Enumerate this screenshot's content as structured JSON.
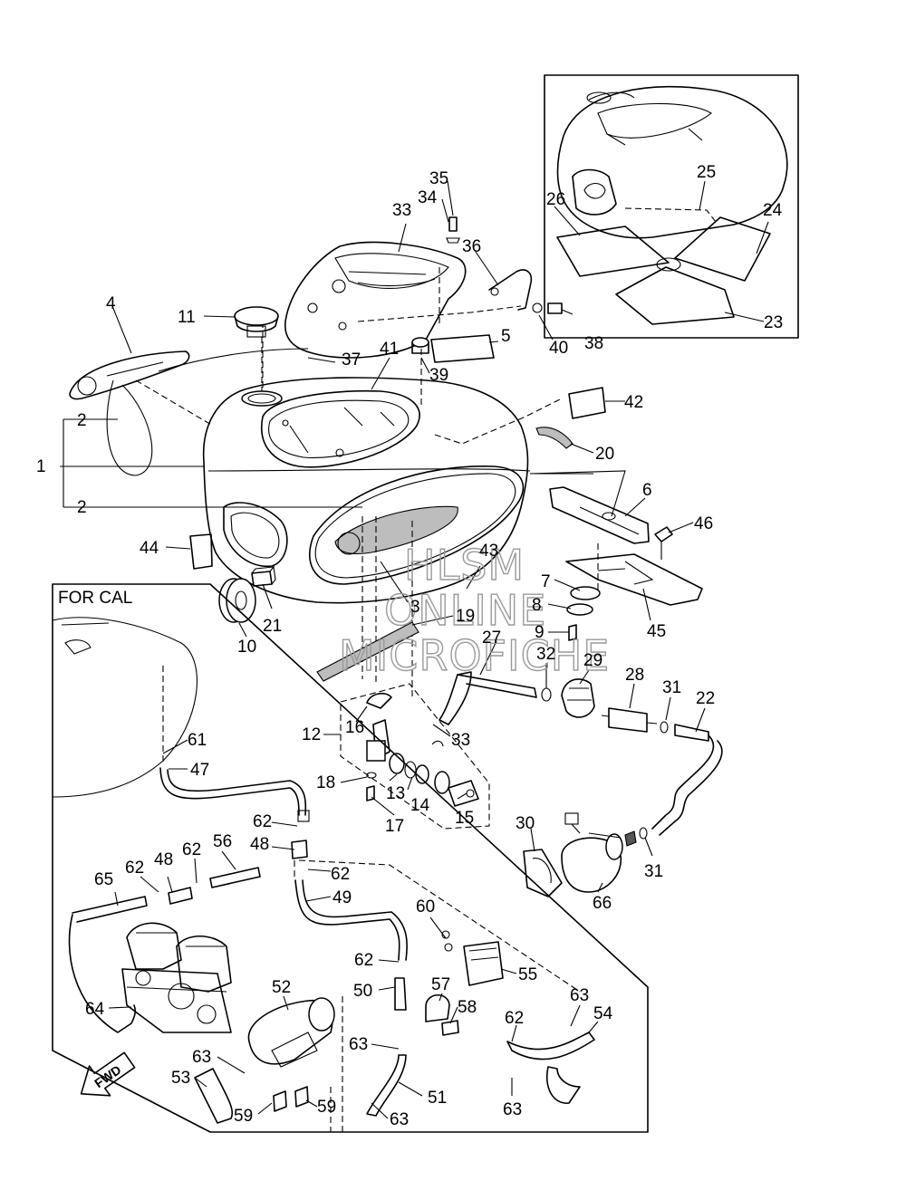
{
  "region_label": "FOR CAL",
  "watermark": [
    "HLSM",
    "ONLINE",
    "MICROFICHE"
  ],
  "fwd_label": "FWD",
  "callouts": [
    {
      "id": "c1",
      "text": "1"
    },
    {
      "id": "c2a",
      "text": "2"
    },
    {
      "id": "c2b",
      "text": "2"
    },
    {
      "id": "c3",
      "text": "3"
    },
    {
      "id": "c4",
      "text": "4"
    },
    {
      "id": "c5",
      "text": "5"
    },
    {
      "id": "c6",
      "text": "6"
    },
    {
      "id": "c7",
      "text": "7"
    },
    {
      "id": "c8",
      "text": "8"
    },
    {
      "id": "c9",
      "text": "9"
    },
    {
      "id": "c10",
      "text": "10"
    },
    {
      "id": "c11",
      "text": "11"
    },
    {
      "id": "c12",
      "text": "12"
    },
    {
      "id": "c13",
      "text": "13"
    },
    {
      "id": "c14",
      "text": "14"
    },
    {
      "id": "c15",
      "text": "15"
    },
    {
      "id": "c16",
      "text": "16"
    },
    {
      "id": "c17",
      "text": "17"
    },
    {
      "id": "c18",
      "text": "18"
    },
    {
      "id": "c19",
      "text": "19"
    },
    {
      "id": "c20",
      "text": "20"
    },
    {
      "id": "c21",
      "text": "21"
    },
    {
      "id": "c22",
      "text": "22"
    },
    {
      "id": "c23",
      "text": "23"
    },
    {
      "id": "c24",
      "text": "24"
    },
    {
      "id": "c25",
      "text": "25"
    },
    {
      "id": "c26",
      "text": "26"
    },
    {
      "id": "c27",
      "text": "27"
    },
    {
      "id": "c28",
      "text": "28"
    },
    {
      "id": "c29",
      "text": "29"
    },
    {
      "id": "c30",
      "text": "30"
    },
    {
      "id": "c31a",
      "text": "31"
    },
    {
      "id": "c31b",
      "text": "31"
    },
    {
      "id": "c32",
      "text": "32"
    },
    {
      "id": "c33a",
      "text": "33"
    },
    {
      "id": "c33b",
      "text": "33"
    },
    {
      "id": "c34",
      "text": "34"
    },
    {
      "id": "c35",
      "text": "35"
    },
    {
      "id": "c36",
      "text": "36"
    },
    {
      "id": "c37",
      "text": "37"
    },
    {
      "id": "c38",
      "text": "38"
    },
    {
      "id": "c39",
      "text": "39"
    },
    {
      "id": "c40",
      "text": "40"
    },
    {
      "id": "c41",
      "text": "41"
    },
    {
      "id": "c42",
      "text": "42"
    },
    {
      "id": "c43",
      "text": "43"
    },
    {
      "id": "c44",
      "text": "44"
    },
    {
      "id": "c45",
      "text": "45"
    },
    {
      "id": "c46",
      "text": "46"
    },
    {
      "id": "c47",
      "text": "47"
    },
    {
      "id": "c48a",
      "text": "48"
    },
    {
      "id": "c48b",
      "text": "48"
    },
    {
      "id": "c49",
      "text": "49"
    },
    {
      "id": "c50",
      "text": "50"
    },
    {
      "id": "c51",
      "text": "51"
    },
    {
      "id": "c52",
      "text": "52"
    },
    {
      "id": "c53",
      "text": "53"
    },
    {
      "id": "c54",
      "text": "54"
    },
    {
      "id": "c55",
      "text": "55"
    },
    {
      "id": "c56",
      "text": "56"
    },
    {
      "id": "c57",
      "text": "57"
    },
    {
      "id": "c58",
      "text": "58"
    },
    {
      "id": "c59a",
      "text": "59"
    },
    {
      "id": "c59b",
      "text": "59"
    },
    {
      "id": "c60",
      "text": "60"
    },
    {
      "id": "c61",
      "text": "61"
    },
    {
      "id": "c62a",
      "text": "62"
    },
    {
      "id": "c62b",
      "text": "62"
    },
    {
      "id": "c62c",
      "text": "62"
    },
    {
      "id": "c62d",
      "text": "62"
    },
    {
      "id": "c62e",
      "text": "62"
    },
    {
      "id": "c62f",
      "text": "62"
    },
    {
      "id": "c63a",
      "text": "63"
    },
    {
      "id": "c63b",
      "text": "63"
    },
    {
      "id": "c63c",
      "text": "63"
    },
    {
      "id": "c63d",
      "text": "63"
    },
    {
      "id": "c63e",
      "text": "63"
    },
    {
      "id": "c64",
      "text": "64"
    },
    {
      "id": "c65",
      "text": "65"
    },
    {
      "id": "c66",
      "text": "66"
    }
  ]
}
